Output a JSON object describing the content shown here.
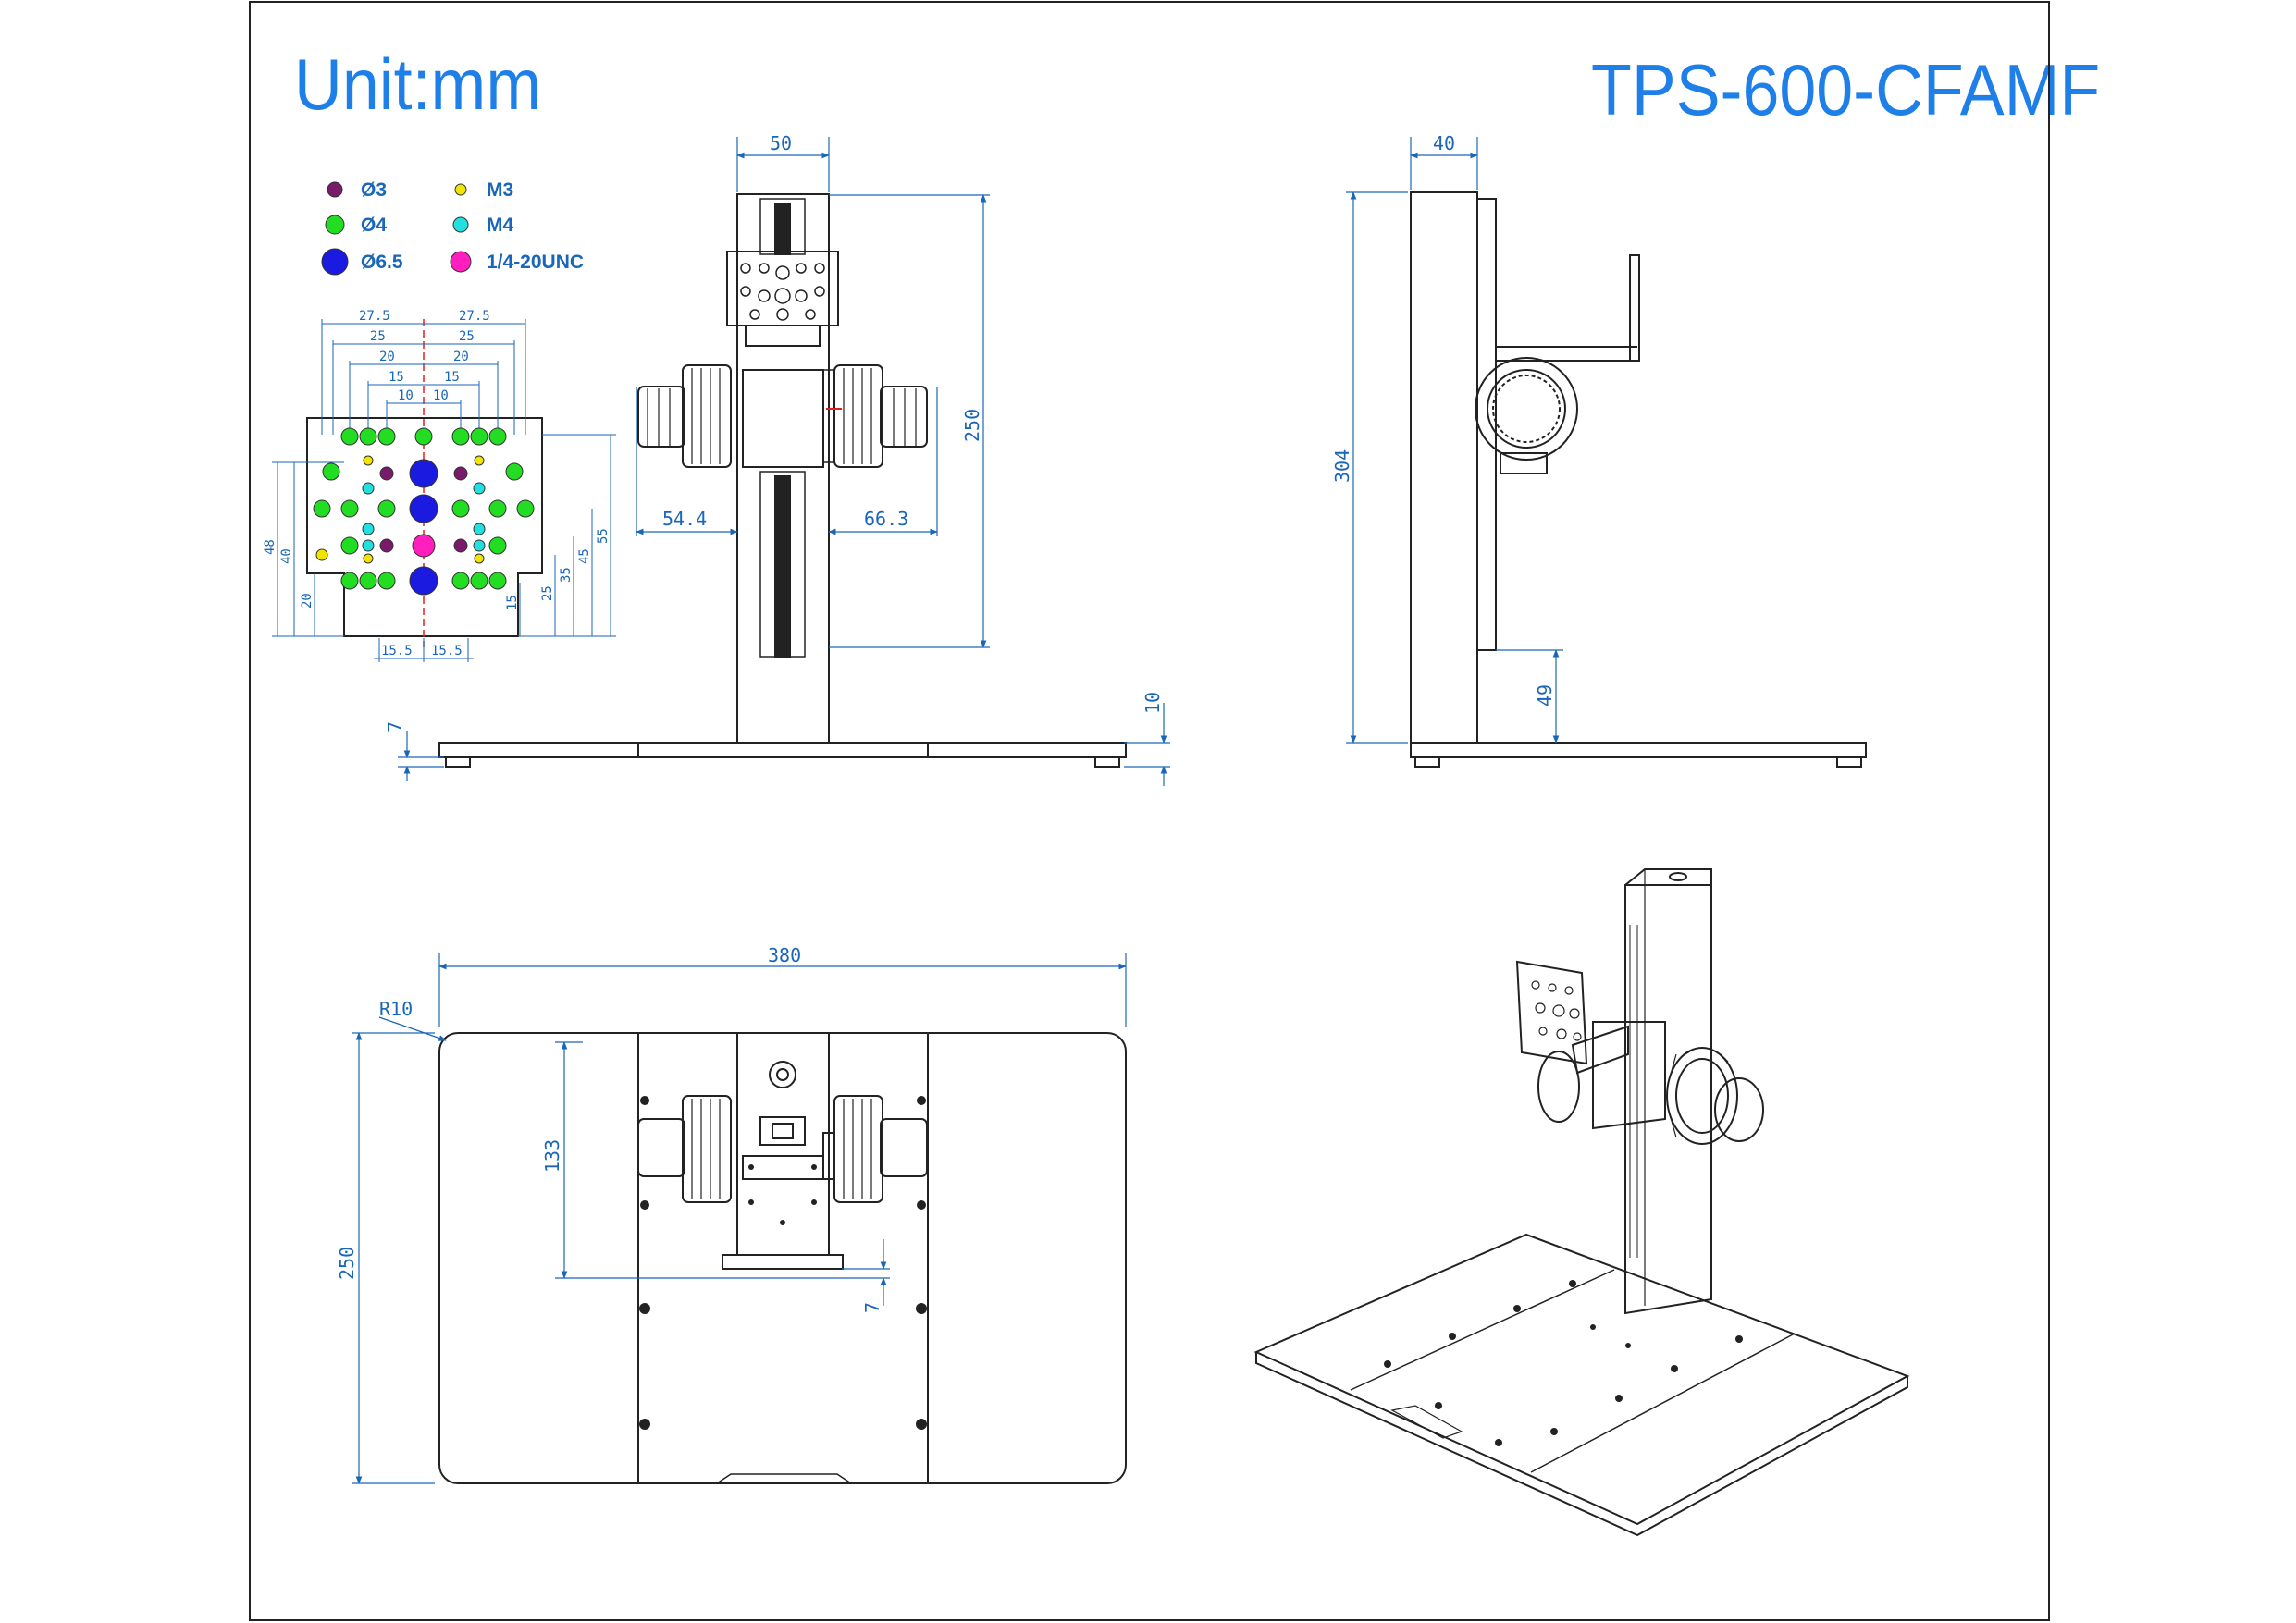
{
  "header": {
    "unit_label": "Unit:mm",
    "model_name": "TPS-600-CFAMF"
  },
  "legend": {
    "items": [
      {
        "label": "Ø3",
        "color": "#7a1a6a"
      },
      {
        "label": "M3",
        "color": "#f2e600"
      },
      {
        "label": "Ø4",
        "color": "#22dd22"
      },
      {
        "label": "M4",
        "color": "#22e0e0"
      },
      {
        "label": "Ø6.5",
        "color": "#1a1ae0"
      },
      {
        "label": "1/4-20UNC",
        "color": "#ff1fbf"
      }
    ]
  },
  "plate_detail": {
    "top_dims": [
      "27.5",
      "27.5",
      "25",
      "25",
      "20",
      "20",
      "15",
      "15",
      "10",
      "10"
    ],
    "left_dims": [
      "48",
      "40",
      "20"
    ],
    "right_dims": [
      "15",
      "25",
      "35",
      "45",
      "55"
    ],
    "bottom_dims": [
      "15.5",
      "15.5"
    ]
  },
  "front_view": {
    "width_dim": "50",
    "height_dim": "250",
    "left_offset_dim": "54.4",
    "right_offset_dim": "66.3",
    "base_thickness_dim": "7",
    "foot_dim": "10"
  },
  "side_view": {
    "width_dim": "40",
    "height_dim": "304",
    "low_dim": "49"
  },
  "top_view": {
    "width_dim": "380",
    "depth_dim": "250",
    "radius_dim": "R10",
    "column_offset_dim": "133",
    "small_dim": "7"
  },
  "colors": {
    "dimension": "#1a66b8",
    "title": "#1e7fe8",
    "outline": "#222222"
  }
}
